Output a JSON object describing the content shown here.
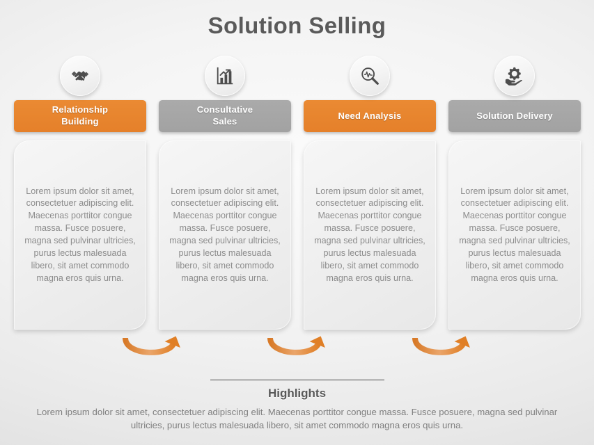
{
  "title": "Solution Selling",
  "colors": {
    "accent_orange": "#E5802A",
    "accent_gray": "#A6A6A6",
    "title_text": "#5A5A5A",
    "body_text": "#8C8C8C",
    "card_bg": "#EFEFEF",
    "page_bg": "#EDEDED"
  },
  "steps": [
    {
      "icon": "handshake-icon",
      "label": "Relationship\nBuilding",
      "label_line1": "Relationship",
      "label_line2": "Building",
      "accent": "orange",
      "body": "Lorem ipsum dolor sit amet, consectetuer adipiscing elit. Maecenas porttitor congue massa. Fusce posuere, magna sed pulvinar ultricies, purus lectus malesuada libero, sit amet commodo magna eros quis urna."
    },
    {
      "icon": "bar-chart-growth-icon",
      "label": "Consultative\nSales",
      "label_line1": "Consultative",
      "label_line2": "Sales",
      "accent": "gray",
      "body": "Lorem ipsum dolor sit amet, consectetuer adipiscing elit. Maecenas porttitor congue massa. Fusce posuere, magna sed pulvinar ultricies, purus lectus malesuada libero, sit amet commodo magna eros quis urna."
    },
    {
      "icon": "magnifier-analysis-icon",
      "label": "Need Analysis",
      "label_line1": "Need Analysis",
      "label_line2": "",
      "accent": "orange",
      "body": "Lorem ipsum dolor sit amet, consectetuer adipiscing elit. Maecenas porttitor congue massa. Fusce posuere, magna sed pulvinar ultricies, purus lectus malesuada libero, sit amet commodo magna eros quis urna."
    },
    {
      "icon": "hand-gear-icon",
      "label": "Solution Delivery",
      "label_line1": "Solution  Delivery",
      "label_line2": "",
      "accent": "gray",
      "body": "Lorem ipsum dolor sit amet, consectetuer adipiscing elit. Maecenas porttitor congue massa. Fusce posuere, magna sed pulvinar ultricies, purus lectus malesuada libero, sit amet commodo magna eros quis urna."
    }
  ],
  "connectors": [
    {
      "icon": "curved-arrow-right-icon"
    },
    {
      "icon": "curved-arrow-right-icon"
    },
    {
      "icon": "curved-arrow-right-icon"
    }
  ],
  "highlights": {
    "heading": "Highlights",
    "body": "Lorem ipsum dolor sit amet, consectetuer adipiscing elit. Maecenas porttitor congue massa. Fusce posuere, magna sed pulvinar ultricies, purus lectus malesuada libero, sit amet commodo magna eros quis urna."
  }
}
